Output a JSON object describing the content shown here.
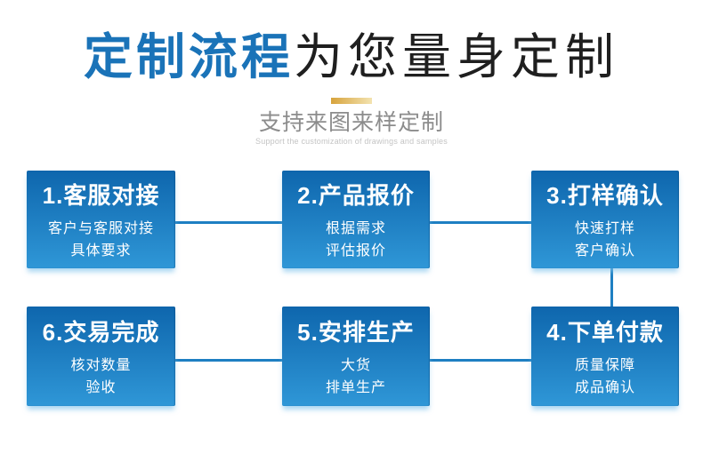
{
  "theme": {
    "accent": "#1a73b8",
    "title_dark": "#1f1f1f",
    "gold_start": "#d7a33c",
    "gold_end": "#f3e3b0",
    "subtitle_gray": "#8c8c8c",
    "subtitle_en_gray": "#c4c4c4",
    "box_top": "#0e66ad",
    "box_bottom": "#2f97d7",
    "connector": "#1e7fc2"
  },
  "header": {
    "title_highlight": "定制流程",
    "title_rest": "为您量身定制",
    "subtitle": "支持来图来样定制",
    "subtitle_en": "Support the customization of drawings and samples"
  },
  "flow": {
    "steps": [
      {
        "title": "1.客服对接",
        "lines": [
          "客户与客服对接",
          "具体要求"
        ]
      },
      {
        "title": "2.产品报价",
        "lines": [
          "根据需求",
          "评估报价"
        ]
      },
      {
        "title": "3.打样确认",
        "lines": [
          "快速打样",
          "客户确认"
        ]
      },
      {
        "title": "4.下单付款",
        "lines": [
          "质量保障",
          "成品确认"
        ]
      },
      {
        "title": "5.安排生产",
        "lines": [
          "大货",
          "排单生产"
        ]
      },
      {
        "title": "6.交易完成",
        "lines": [
          "核对数量",
          "验收"
        ]
      }
    ]
  }
}
